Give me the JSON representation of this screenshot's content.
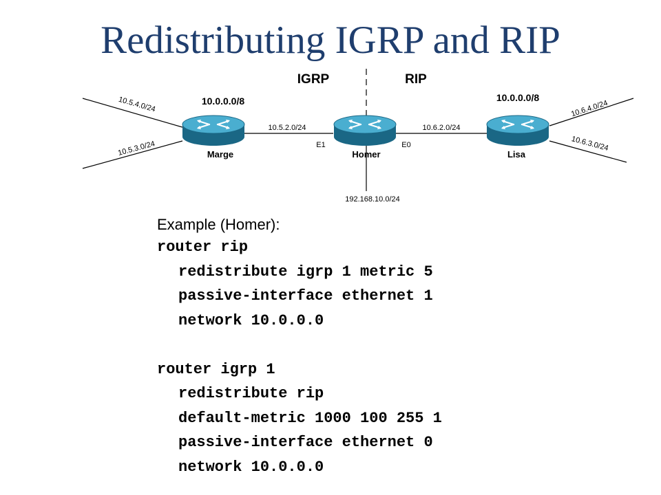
{
  "title": "Redistributing IGRP and RIP",
  "diagram": {
    "domains": {
      "left": "IGRP",
      "right": "RIP"
    },
    "routers": {
      "marge": {
        "name": "Marge",
        "network": "10.0.0.0/8"
      },
      "homer": {
        "name": "Homer",
        "left_interface": "E1",
        "right_interface": "E0"
      },
      "lisa": {
        "name": "Lisa",
        "network": "10.0.0.0/8"
      }
    },
    "links": {
      "marge_homer": "10.5.2.0/24",
      "homer_lisa": "10.6.2.0/24",
      "homer_down": "192.168.10.0/24"
    },
    "stubs": {
      "marge_upper": "10.5.4.0/24",
      "marge_lower": "10.5.3.0/24",
      "lisa_upper": "10.6.4.0/24",
      "lisa_lower": "10.6.3.0/24"
    },
    "colors": {
      "router_body": "#2d8fb0",
      "router_top": "#4aaed0",
      "router_dark": "#1a6785"
    }
  },
  "config": {
    "caption": "Example (Homer):",
    "lines": [
      "router rip",
      "redistribute igrp 1 metric 5",
      "passive-interface ethernet 1",
      "network 10.0.0.0",
      "",
      "router igrp 1",
      "redistribute rip",
      "default-metric 1000 100 255 1",
      "passive-interface ethernet 0",
      "network 10.0.0.0"
    ]
  }
}
